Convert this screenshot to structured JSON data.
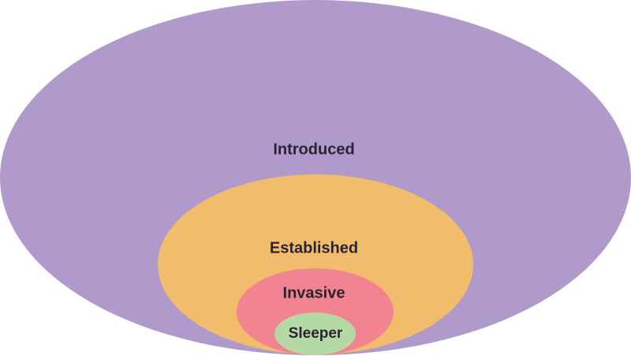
{
  "diagram": {
    "type": "nested-ellipses",
    "levels": [
      {
        "key": "introduced",
        "label": "Introduced",
        "color": "#b09acb"
      },
      {
        "key": "established",
        "label": "Established",
        "color": "#f1bd6d"
      },
      {
        "key": "invasive",
        "label": "Invasive",
        "color": "#f28390"
      },
      {
        "key": "sleeper",
        "label": "Sleeper",
        "color": "#b4d9a4"
      }
    ]
  }
}
